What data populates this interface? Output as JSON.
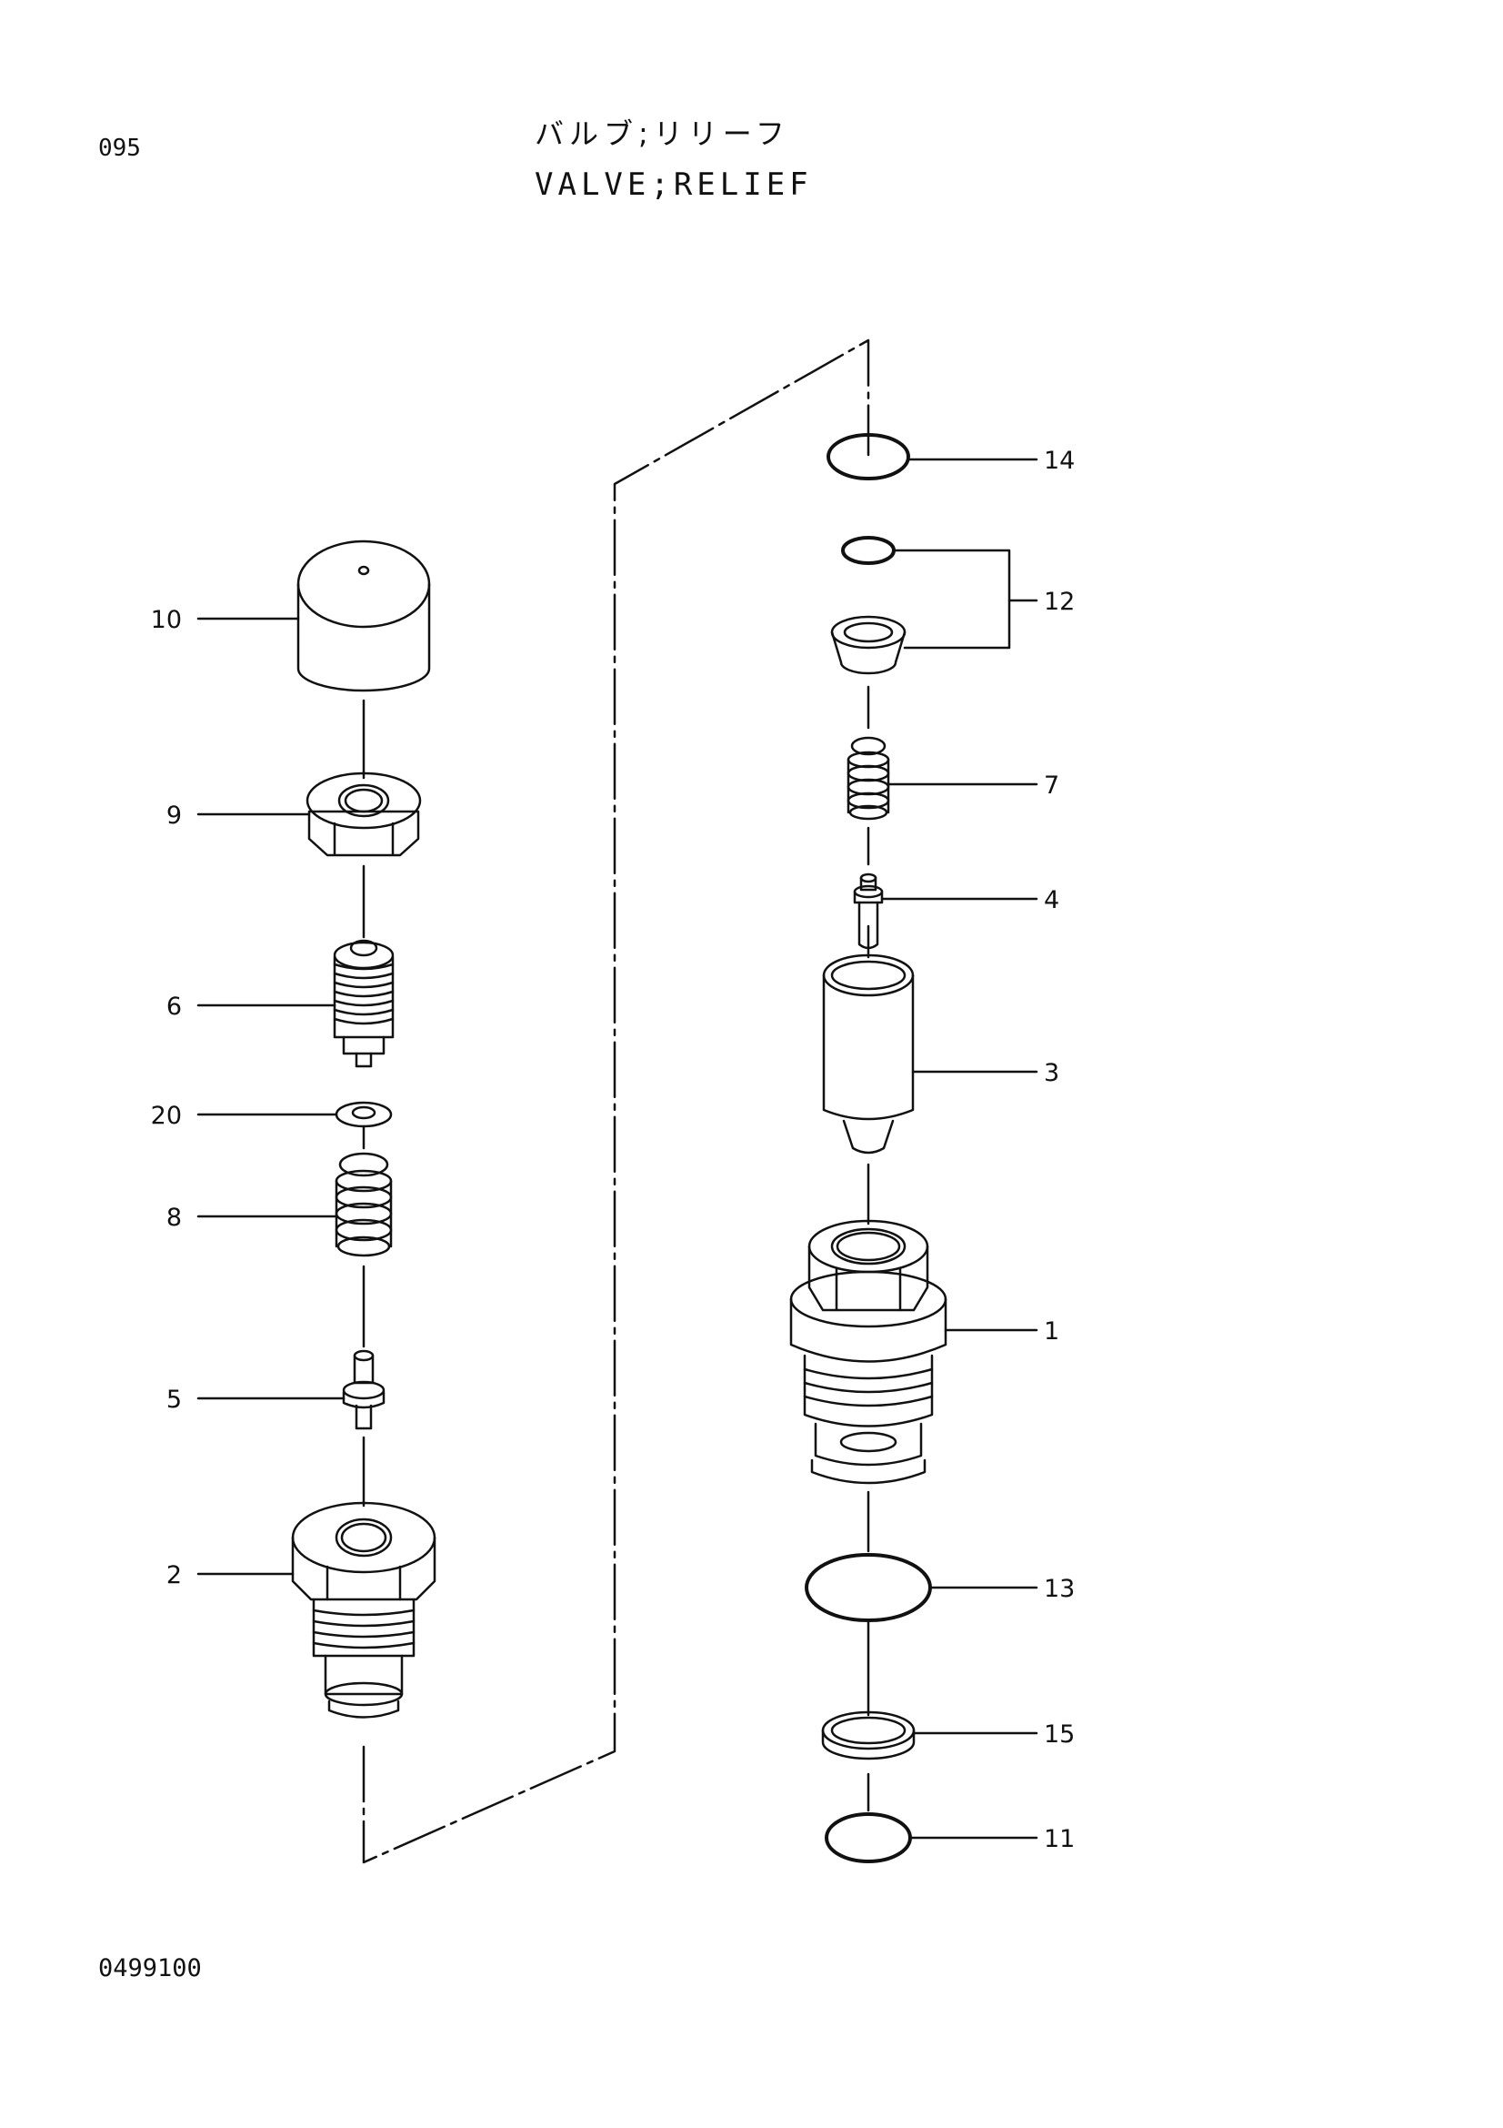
{
  "page_number": "095",
  "title_jp": "バルブ;リリーフ",
  "title_en": "VALVE;RELIEF",
  "drawing_code": "0499100",
  "callouts": [
    {
      "id": "10"
    },
    {
      "id": "9"
    },
    {
      "id": "6"
    },
    {
      "id": "20"
    },
    {
      "id": "8"
    },
    {
      "id": "5"
    },
    {
      "id": "2"
    },
    {
      "id": "14"
    },
    {
      "id": "12"
    },
    {
      "id": "7"
    },
    {
      "id": "4"
    },
    {
      "id": "3"
    },
    {
      "id": "1"
    },
    {
      "id": "13"
    },
    {
      "id": "15"
    },
    {
      "id": "11"
    }
  ]
}
